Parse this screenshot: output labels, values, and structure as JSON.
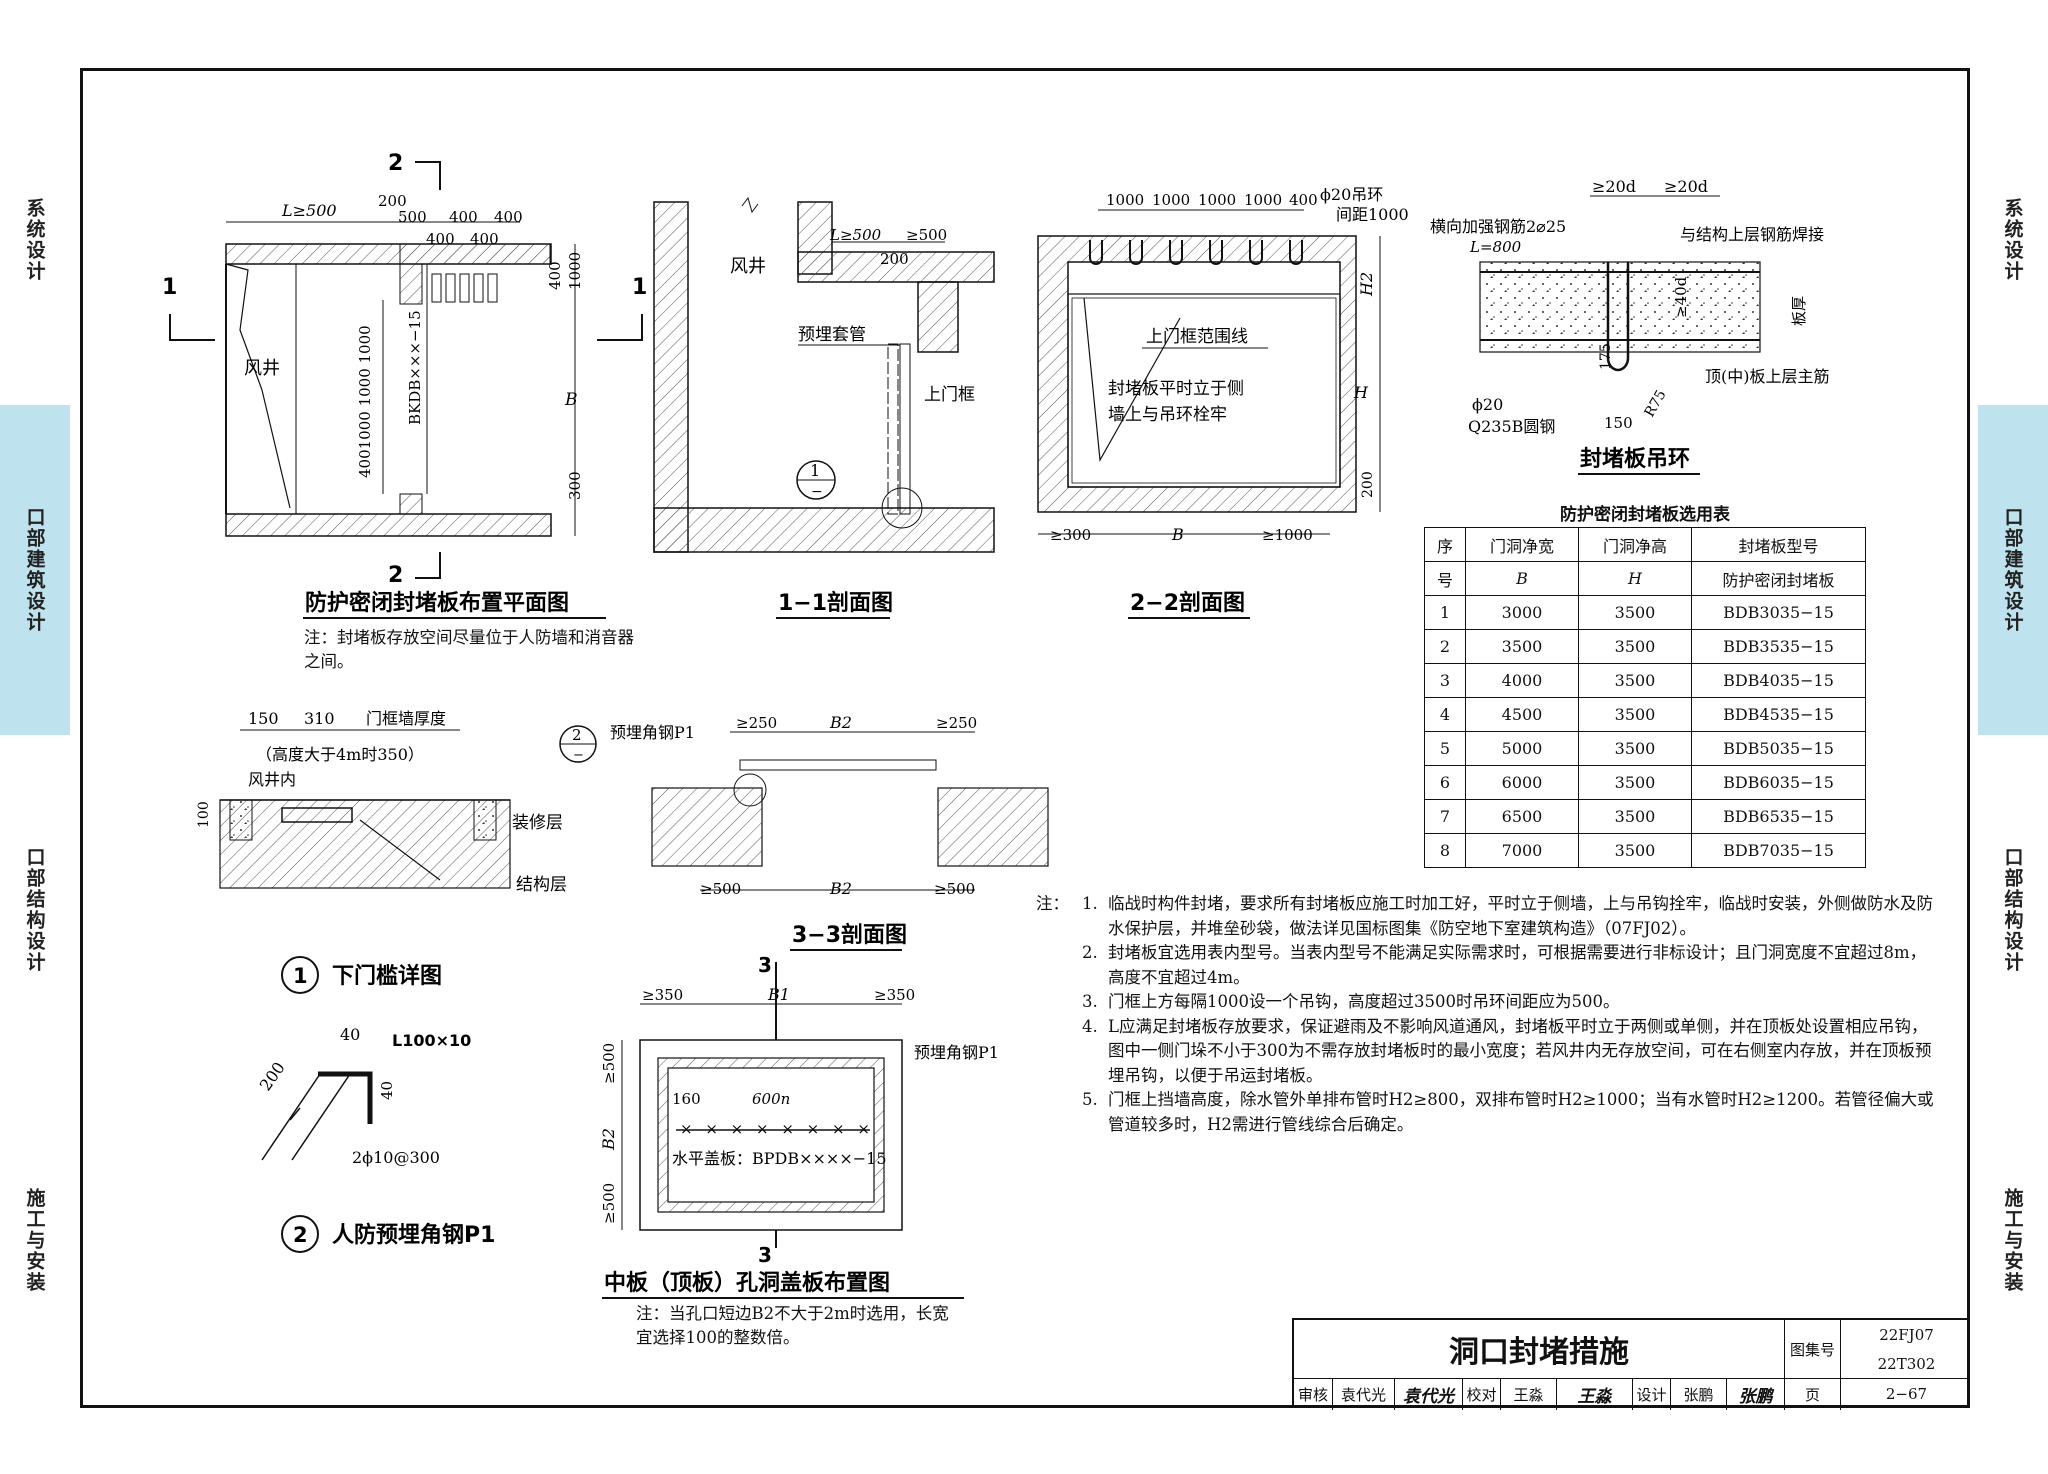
{
  "side_tabs": {
    "tab1": "系统设计",
    "tab2": "口部建筑设计",
    "tab3": "口部结构设计",
    "tab4": "施工与安装"
  },
  "drawings": {
    "plan": {
      "title": "防护密闭封堵板布置平面图",
      "note_label": "注：",
      "note_text": "封堵板存放空间尽量位于人防墙和消音器之间。",
      "label_fengjing": "风井",
      "label_bkdb": "BKDB×××−15",
      "dims": [
        "L≥500",
        "200",
        "500",
        "400",
        "400",
        "400",
        "400",
        "400",
        "1000",
        "1000",
        "1000",
        "400",
        "300",
        "B",
        "1",
        "2"
      ]
    },
    "section_1_1": {
      "title": "1−1剖面图",
      "label_fengjing": "风井",
      "label_sleeve": "预埋套管",
      "label_frame": "上门框",
      "dims": [
        "L≥500",
        "≥500",
        "200"
      ]
    },
    "section_2_2": {
      "title": "2−2剖面图",
      "label_ring": "ϕ20吊环",
      "label_spacing": "间距1000",
      "label_frame_line": "上门框范围线",
      "label_board_l1": "封堵板平时立于侧",
      "label_board_l2": "墙上与吊环栓牢",
      "dims": [
        "1000",
        "1000",
        "1000",
        "1000",
        "400",
        "≥300",
        "B",
        "≥1000",
        "H2",
        "H",
        "200"
      ]
    },
    "hanging_ring": {
      "title": "封堵板吊环",
      "label_bar": "横向加强钢筋2⌀25",
      "label_L": "L=800",
      "label_weld": "与结构上层钢筋焊接",
      "label_slab": "板厚",
      "label_main": "顶(中)板上层主筋",
      "label_phi": "ϕ20",
      "label_steel": "Q235B圆钢",
      "dims": [
        "≥20d",
        "≥20d",
        "≥40d",
        "175",
        "150",
        "R75"
      ]
    },
    "sill": {
      "title": "下门槛详图",
      "label_inner": "风井内",
      "label_deco": "装修层",
      "label_struct": "结构层",
      "label_wall": "门框墙厚度",
      "label_height": "（高度大于4m时350）",
      "dims": [
        "150",
        "310",
        "100"
      ]
    },
    "angle": {
      "title": "人防预埋角钢P1",
      "label_L": "L100×10",
      "label_bar": "2ϕ10@300",
      "dims": [
        "40",
        "40",
        "200"
      ]
    },
    "section_3_3": {
      "title": "3−3剖面图",
      "label_angle": "预埋角钢P1",
      "dims": [
        "≥250",
        "B2",
        "≥250",
        "≥500",
        "B2",
        "≥500"
      ]
    },
    "cover_plan": {
      "title": "中板（顶板）孔洞盖板布置图",
      "label_angle": "预埋角钢P1",
      "label_cover": "水平盖板：BPDB××××−15",
      "note_label": "注：",
      "note_text": "当孔口短边B2不大于2m时选用，长宽宜选择100的整数倍。",
      "dims": [
        "≥350",
        "B1",
        "≥350",
        "≥500",
        "B2",
        "≥500",
        "160",
        "600n",
        "3"
      ]
    }
  },
  "table": {
    "title": "防护密闭封堵板选用表",
    "headers": [
      "序号",
      "门洞净宽",
      "门洞净高",
      "封堵板型号"
    ],
    "sub_headers": [
      "B",
      "H",
      "防护密闭封堵板"
    ],
    "rows": [
      [
        "1",
        "3000",
        "3500",
        "BDB3035−15"
      ],
      [
        "2",
        "3500",
        "3500",
        "BDB3535−15"
      ],
      [
        "3",
        "4000",
        "3500",
        "BDB4035−15"
      ],
      [
        "4",
        "4500",
        "3500",
        "BDB4535−15"
      ],
      [
        "5",
        "5000",
        "3500",
        "BDB5035−15"
      ],
      [
        "6",
        "6000",
        "3500",
        "BDB6035−15"
      ],
      [
        "7",
        "6500",
        "3500",
        "BDB6535−15"
      ],
      [
        "8",
        "7000",
        "3500",
        "BDB7035−15"
      ]
    ]
  },
  "notes": {
    "label": "注：",
    "items": [
      {
        "n": "1.",
        "text": "临战时构件封堵，要求所有封堵板应施工时加工好，平时立于侧墙，上与吊钩拴牢，临战时安装，外侧做防水及防水保护层，并堆垒砂袋，做法详见国标图集《防空地下室建筑构造》（07FJ02）。"
      },
      {
        "n": "2.",
        "text": "封堵板宜选用表内型号。当表内型号不能满足实际需求时，可根据需要进行非标设计；且门洞宽度不宜超过8m，高度不宜超过4m。"
      },
      {
        "n": "3.",
        "text": "门框上方每隔1000设一个吊钩，高度超过3500时吊环间距应为500。"
      },
      {
        "n": "4.",
        "text": "L应满足封堵板存放要求，保证避雨及不影响风道通风，封堵板平时立于两侧或单侧，并在顶板处设置相应吊钩，图中一侧门垛不小于300为不需存放封堵板时的最小宽度；若风井内无存放空间，可在右侧室内存放，并在顶板预埋吊钩，以便于吊运封堵板。"
      },
      {
        "n": "5.",
        "text": "门框上挡墙高度，除水管外单排布管时H2≥800，双排布管时H2≥1000；当有水管时H2≥1200。若管径偏大或管道较多时，H2需进行管线综合后确定。"
      }
    ]
  },
  "title_block": {
    "title": "洞口封堵措施",
    "atlas_label": "图集号",
    "atlas_no1": "22FJ07",
    "atlas_no2": "22T302",
    "review_label": "审核",
    "review_name": "袁代光",
    "review_sig": "袁代光",
    "check_label": "校对",
    "check_name": "王淼",
    "check_sig": "王淼",
    "design_label": "设计",
    "design_name": "张鹏",
    "design_sig": "张鹏",
    "page_label": "页",
    "page_no": "2−67"
  }
}
